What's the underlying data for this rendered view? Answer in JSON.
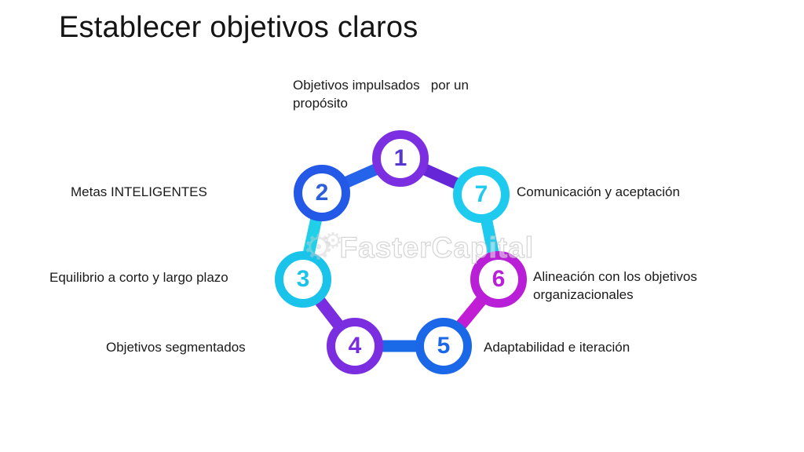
{
  "title": "Establecer objetivos claros",
  "watermark": {
    "text": "FasterCapital",
    "icon": "gear-icon"
  },
  "diagram": {
    "type": "cycle-heptagon",
    "nodes": [
      {
        "number": "1",
        "label": "Objetivos impulsados   por un\npropósito",
        "ring_color": "#7c2fe0",
        "number_color": "#5537cf"
      },
      {
        "number": "2",
        "label": "Metas INTELIGENTES",
        "ring_color": "#2458e6",
        "number_color": "#2b5fd9"
      },
      {
        "number": "3",
        "label": "Equilibrio a corto y largo plazo",
        "ring_color": "#19c3ea",
        "number_color": "#19c3ea"
      },
      {
        "number": "4",
        "label": "Objetivos segmentados",
        "ring_color": "#7b2ee0",
        "number_color": "#7b2ee0"
      },
      {
        "number": "5",
        "label": "Adaptabilidad e iteración",
        "ring_color": "#1a67e8",
        "number_color": "#1a67e8"
      },
      {
        "number": "6",
        "label": "Alineación con los objetivos\norganizacionales",
        "ring_color": "#b81fd6",
        "number_color": "#b81fd6"
      },
      {
        "number": "7",
        "label": "Comunicación y aceptación",
        "ring_color": "#1ecbee",
        "number_color": "#1ecbee"
      }
    ],
    "connectors": [
      {
        "from": 1,
        "to": 2,
        "color": "#2563eb"
      },
      {
        "from": 2,
        "to": 3,
        "color": "#1fd0e8"
      },
      {
        "from": 3,
        "to": 4,
        "color": "#7b2ee0"
      },
      {
        "from": 4,
        "to": 5,
        "color": "#1a6ae8"
      },
      {
        "from": 5,
        "to": 6,
        "color": "#c11dd4"
      },
      {
        "from": 6,
        "to": 7,
        "color": "#1ecbee"
      },
      {
        "from": 7,
        "to": 1,
        "color": "#6526d8"
      }
    ]
  }
}
